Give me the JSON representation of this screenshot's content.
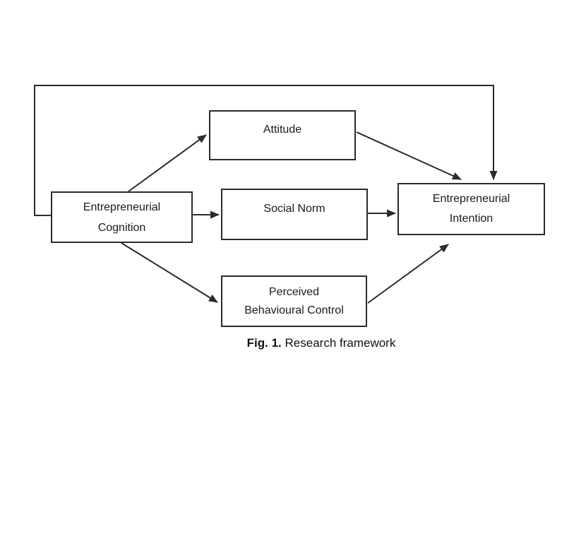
{
  "figure": {
    "caption_bold": "Fig. 1.",
    "caption_text": "Research framework"
  },
  "nodes": {
    "entrepreneurial_cognition": {
      "line1": "Entrepreneurial",
      "line2": "Cognition"
    },
    "attitude": {
      "label": "Attitude"
    },
    "social_norm": {
      "label": "Social Norm"
    },
    "perceived_behavioural_control": {
      "line1": "Perceived",
      "line2": "Behavioural Control"
    },
    "entrepreneurial_intention": {
      "line1": "Entrepreneurial",
      "line2": "Intention"
    }
  },
  "edges": [
    {
      "from": "Entrepreneurial Cognition",
      "to": "Attitude"
    },
    {
      "from": "Entrepreneurial Cognition",
      "to": "Social Norm"
    },
    {
      "from": "Entrepreneurial Cognition",
      "to": "Perceived Behavioural Control"
    },
    {
      "from": "Entrepreneurial Cognition",
      "to": "Entrepreneurial Intention"
    },
    {
      "from": "Attitude",
      "to": "Entrepreneurial Intention"
    },
    {
      "from": "Social Norm",
      "to": "Entrepreneurial Intention"
    },
    {
      "from": "Perceived Behavioural Control",
      "to": "Entrepreneurial Intention"
    }
  ],
  "colors": {
    "line": "#2b2b2b",
    "text": "#1a1a1a",
    "background": "#ffffff"
  }
}
